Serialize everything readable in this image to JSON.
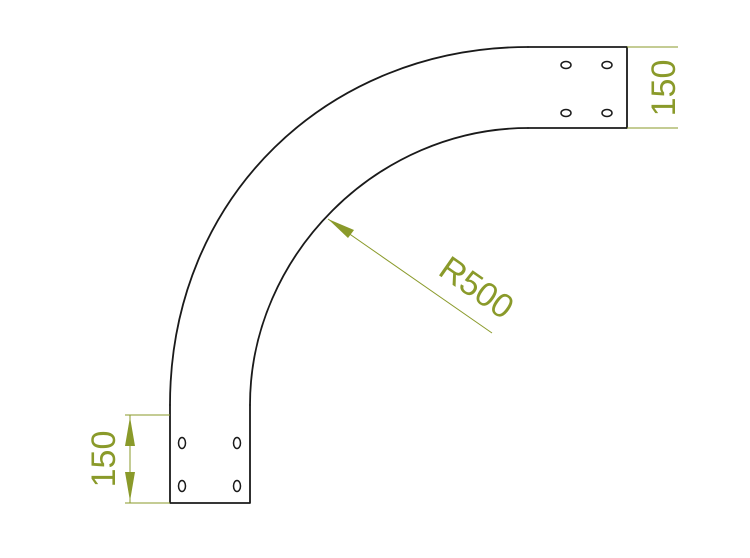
{
  "colors": {
    "outline": "#1a1a1a",
    "dimension": "#8a9a2a",
    "background": "#ffffff"
  },
  "dimensions": {
    "top_width": "150",
    "bottom_width": "150",
    "radius": "R500"
  }
}
